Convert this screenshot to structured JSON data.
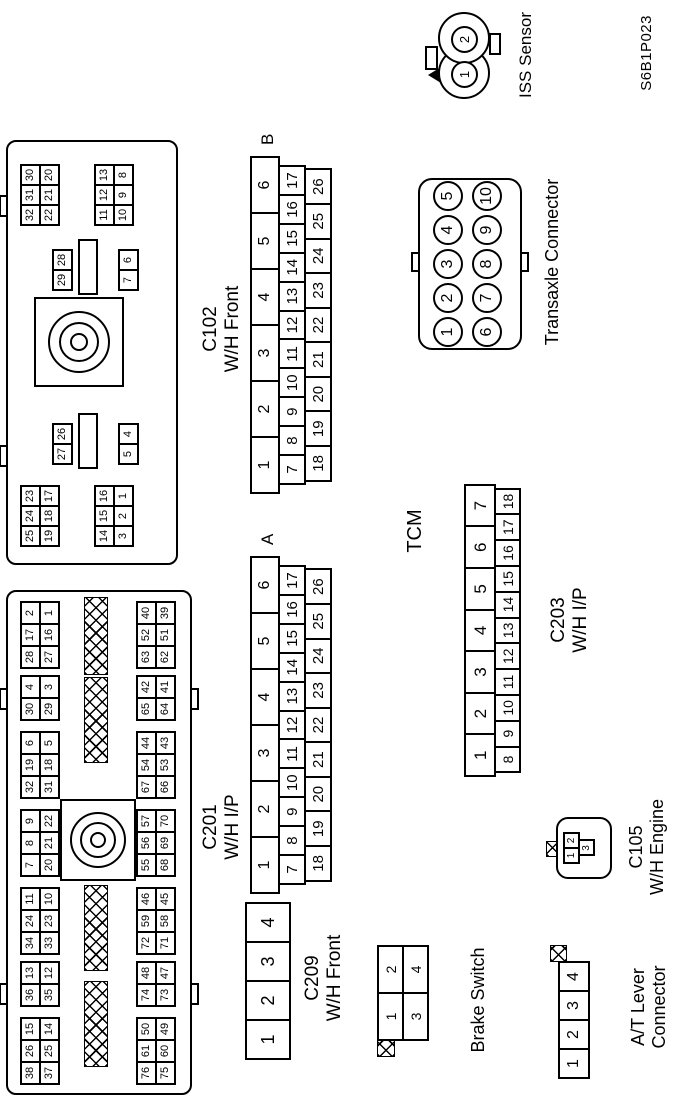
{
  "page": {
    "part_number": "S6B1P023",
    "background": "#ffffff",
    "line_color": "#000000"
  },
  "connectors": {
    "c201": {
      "label_line1": "C201",
      "label_line2": "W/H I/P",
      "top_groups": [
        {
          "rows": [
            [
              "38",
              "26",
              "15"
            ],
            [
              "37",
              "25",
              "14"
            ]
          ]
        },
        {
          "rows": [
            [
              "36",
              "13"
            ],
            [
              "35",
              "12"
            ]
          ]
        },
        {
          "rows": [
            [
              "34",
              "24",
              "11"
            ],
            [
              "33",
              "23",
              "10"
            ]
          ]
        },
        {
          "rows": [
            [
              "7",
              "8",
              "9"
            ],
            [
              "20",
              "21",
              "22"
            ]
          ]
        },
        {
          "rows": [
            [
              "32",
              "19",
              "6"
            ],
            [
              "31",
              "18",
              "5"
            ]
          ]
        },
        {
          "rows": [
            [
              "30",
              "4"
            ],
            [
              "29",
              "3"
            ]
          ]
        },
        {
          "rows": [
            [
              "28",
              "17",
              "2"
            ],
            [
              "27",
              "16",
              "1"
            ]
          ]
        }
      ],
      "bottom_groups": [
        {
          "rows": [
            [
              "76",
              "61",
              "50"
            ],
            [
              "75",
              "60",
              "49"
            ]
          ]
        },
        {
          "rows": [
            [
              "74",
              "48"
            ],
            [
              "73",
              "47"
            ]
          ]
        },
        {
          "rows": [
            [
              "72",
              "59",
              "46"
            ],
            [
              "71",
              "58",
              "45"
            ]
          ]
        },
        {
          "rows": [
            [
              "55",
              "56",
              "57"
            ],
            [
              "68",
              "69",
              "70"
            ]
          ]
        },
        {
          "rows": [
            [
              "67",
              "54",
              "44"
            ],
            [
              "66",
              "53",
              "43"
            ]
          ]
        },
        {
          "rows": [
            [
              "65",
              "42"
            ],
            [
              "64",
              "41"
            ]
          ]
        },
        {
          "rows": [
            [
              "63",
              "52",
              "40"
            ],
            [
              "62",
              "51",
              "39"
            ]
          ]
        }
      ]
    },
    "c102": {
      "label_line1": "C102",
      "label_line2": "W/H Front",
      "groups": {
        "left_upper": {
          "rows": [
            [
              "25",
              "24",
              "23"
            ],
            [
              "19",
              "18",
              "17"
            ]
          ]
        },
        "right_upper": {
          "rows": [
            [
              "32",
              "31",
              "30"
            ],
            [
              "22",
              "21",
              "20"
            ]
          ]
        },
        "left_lower": {
          "rows": [
            [
              "14",
              "15",
              "16"
            ],
            [
              "3",
              "2",
              "1"
            ]
          ]
        },
        "right_lower": {
          "rows": [
            [
              "11",
              "12",
              "13"
            ],
            [
              "10",
              "9",
              "8"
            ]
          ]
        },
        "pair_upper_left": {
          "rows": [
            [
              "27",
              "26"
            ]
          ]
        },
        "pair_upper_right": {
          "rows": [
            [
              "29",
              "28"
            ]
          ]
        },
        "pair_lower_left": {
          "rows": [
            [
              "5",
              "4"
            ]
          ]
        },
        "pair_lower_right": {
          "rows": [
            [
              "7",
              "6"
            ]
          ]
        }
      }
    },
    "tcm": {
      "label": "TCM",
      "section_a_label": "A",
      "section_b_label": "B",
      "rows": [
        [
          "1",
          "2",
          "3",
          "4",
          "5",
          "6"
        ],
        [
          "7",
          "8",
          "9",
          "10",
          "11",
          "12",
          "13",
          "14",
          "15",
          "16",
          "17"
        ],
        [
          "18",
          "19",
          "20",
          "21",
          "22",
          "23",
          "24",
          "25",
          "26"
        ]
      ]
    },
    "c203": {
      "label_line1": "C203",
      "label_line2": "W/H I/P",
      "rows": [
        [
          "1",
          "2",
          "3",
          "4",
          "5",
          "6",
          "7"
        ],
        [
          "8",
          "9",
          "10",
          "11",
          "12",
          "13",
          "14",
          "15",
          "16",
          "17",
          "18"
        ]
      ]
    },
    "c209": {
      "label_line1": "C209",
      "label_line2": "W/H Front",
      "rows": [
        [
          "1",
          "2",
          "3",
          "4"
        ]
      ]
    },
    "brake_switch": {
      "label": "Brake Switch",
      "rows": [
        [
          "1",
          "2"
        ],
        [
          "3",
          "4"
        ]
      ]
    },
    "at_lever": {
      "label_line1": "A/T Lever",
      "label_line2": "Connector",
      "rows": [
        [
          "1",
          "2",
          "3",
          "4"
        ]
      ]
    },
    "c105": {
      "label_line1": "C105",
      "label_line2": "W/H Engine",
      "rows": [
        [
          "1",
          "2"
        ],
        [
          "3"
        ]
      ]
    },
    "transaxle": {
      "label": "Transaxle Connector",
      "rows": [
        [
          "1",
          "2",
          "3",
          "4",
          "5"
        ],
        [
          "6",
          "7",
          "8",
          "9",
          "10"
        ]
      ]
    },
    "iss": {
      "label": "ISS Sensor",
      "pins": [
        "1",
        "2"
      ]
    }
  }
}
